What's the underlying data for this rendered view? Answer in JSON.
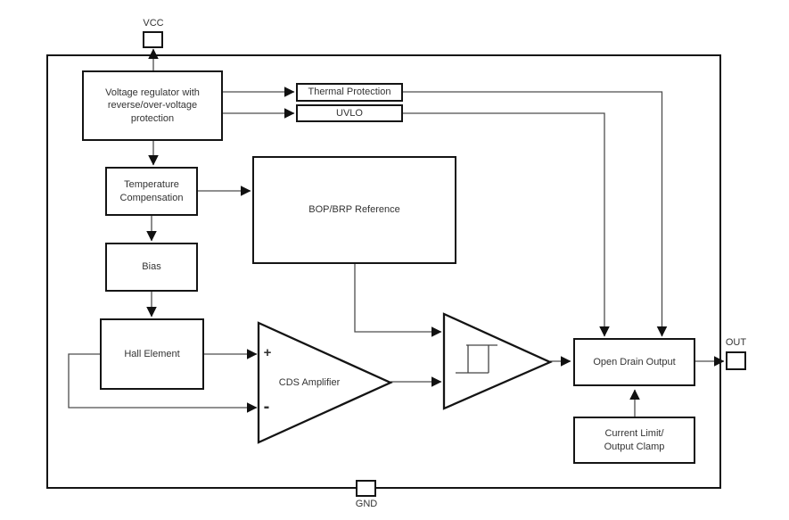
{
  "pins": {
    "vcc": {
      "label": "VCC"
    },
    "gnd": {
      "label": "GND"
    },
    "out": {
      "label": "OUT"
    }
  },
  "blocks": {
    "regulator": {
      "label": [
        "Voltage regulator with",
        "reverse/over-voltage",
        "protection"
      ]
    },
    "thermal": {
      "label": "Thermal Protection"
    },
    "uvlo": {
      "label": "UVLO"
    },
    "temp_comp": {
      "label": [
        "Temperature",
        "Compensation"
      ]
    },
    "bop_brp": {
      "label": "BOP/BRP Reference"
    },
    "bias": {
      "label": "Bias"
    },
    "hall": {
      "label": "Hall Element"
    },
    "cds_amplifier": {
      "label": "CDS Amplifier",
      "plus_input": "+",
      "minus_input": "-"
    },
    "open_drain": {
      "label": "Open Drain Output"
    },
    "current_limit": {
      "label": [
        "Current Limit/",
        "Output Clamp"
      ]
    }
  },
  "colors": {
    "bg": "#ffffff",
    "box_border": "#141414",
    "connector": "#4d4d4d",
    "text": "#333333"
  }
}
